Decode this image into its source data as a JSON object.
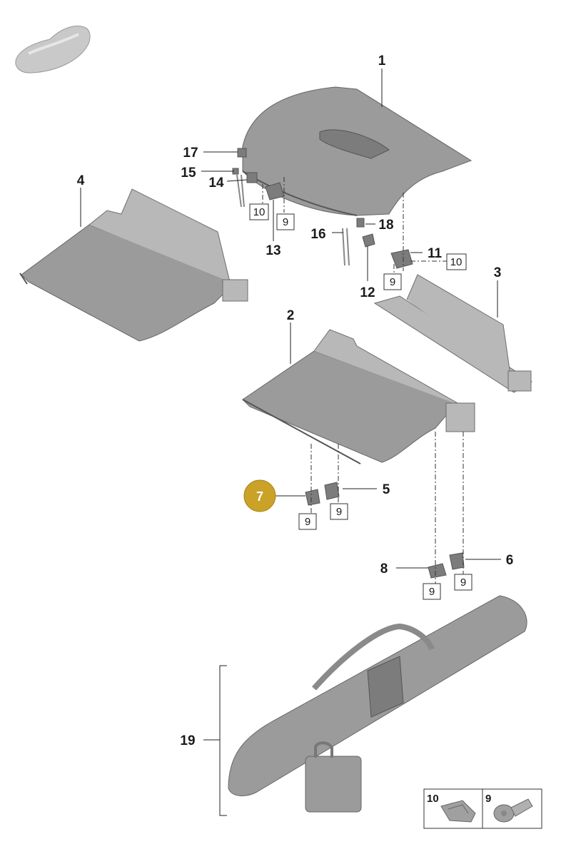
{
  "highlight_color": "#c9a227",
  "highlighted_part": "7",
  "callouts": [
    {
      "id": "c1",
      "label": "1"
    },
    {
      "id": "c2",
      "label": "2"
    },
    {
      "id": "c3",
      "label": "3"
    },
    {
      "id": "c4",
      "label": "4"
    },
    {
      "id": "c5",
      "label": "5"
    },
    {
      "id": "c6",
      "label": "6"
    },
    {
      "id": "c7",
      "label": "7"
    },
    {
      "id": "c8",
      "label": "8"
    },
    {
      "id": "c11",
      "label": "11"
    },
    {
      "id": "c12",
      "label": "12"
    },
    {
      "id": "c13",
      "label": "13"
    },
    {
      "id": "c14",
      "label": "14"
    },
    {
      "id": "c15",
      "label": "15"
    },
    {
      "id": "c16",
      "label": "16"
    },
    {
      "id": "c17",
      "label": "17"
    },
    {
      "id": "c18",
      "label": "18"
    },
    {
      "id": "c19",
      "label": "19"
    }
  ],
  "boxed_refs": [
    {
      "id": "b10a",
      "label": "10"
    },
    {
      "id": "b9a",
      "label": "9"
    },
    {
      "id": "b9b",
      "label": "9"
    },
    {
      "id": "b10b",
      "label": "10"
    },
    {
      "id": "b9c",
      "label": "9"
    },
    {
      "id": "b9d",
      "label": "9"
    },
    {
      "id": "b9e",
      "label": "9"
    },
    {
      "id": "b9f",
      "label": "9"
    }
  ],
  "legend": [
    {
      "label": "10",
      "icon": "clip-icon"
    },
    {
      "label": "9",
      "icon": "screw-icon"
    }
  ]
}
